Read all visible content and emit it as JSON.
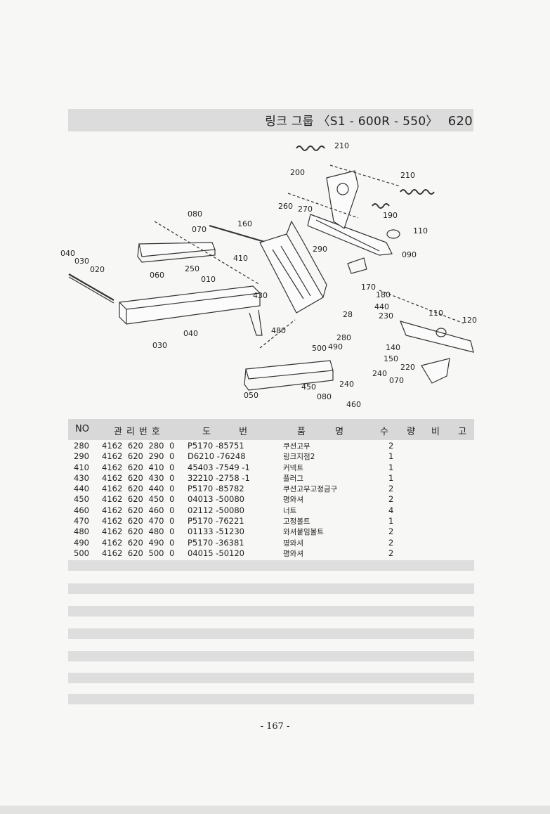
{
  "header": {
    "title": "링크 그룹 〈S1 - 600R - 550〉",
    "group_number": "620"
  },
  "diagram": {
    "callouts": [
      "210",
      "200",
      "210",
      "260",
      "270",
      "190",
      "110",
      "080",
      "160",
      "070",
      "090",
      "290",
      "040",
      "030",
      "020",
      "060",
      "250",
      "410",
      "010",
      "430",
      "170",
      "180",
      "440",
      "110",
      "120",
      "28",
      "230",
      "480",
      "280",
      "140",
      "500",
      "490",
      "150",
      "030",
      "040",
      "220",
      "240",
      "070",
      "450",
      "240",
      "050",
      "080",
      "460"
    ]
  },
  "table": {
    "headers": {
      "no": "NO",
      "mgmt": "관리번호",
      "drawing": "도 번",
      "name": "품 명",
      "qty": "수 량",
      "remark": "비 고"
    },
    "rows": [
      {
        "no": "280",
        "mgmt": "4162 620 280 0",
        "drawing": "P5170 -85751",
        "name": "쿠션고무",
        "qty": "2"
      },
      {
        "no": "290",
        "mgmt": "4162 620 290 0",
        "drawing": "D6210 -76248",
        "name": "링크지점2",
        "qty": "1"
      },
      {
        "no": "410",
        "mgmt": "4162 620 410 0",
        "drawing": "45403 -7549 -1",
        "name": "커넥트",
        "qty": "1"
      },
      {
        "no": "430",
        "mgmt": "4162 620 430 0",
        "drawing": "32210 -2758 -1",
        "name": "플러그",
        "qty": "1"
      },
      {
        "no": "440",
        "mgmt": "4162 620 440 0",
        "drawing": "P5170 -85782",
        "name": "쿠션고무고정금구",
        "qty": "2"
      },
      {
        "no": "450",
        "mgmt": "4162 620 450 0",
        "drawing": "04013 -50080",
        "name": "평와셔",
        "qty": "2"
      },
      {
        "no": "460",
        "mgmt": "4162 620 460 0",
        "drawing": "02112 -50080",
        "name": "너트",
        "qty": "4"
      },
      {
        "no": "470",
        "mgmt": "4162 620 470 0",
        "drawing": "P5170 -76221",
        "name": "고정볼트",
        "qty": "1"
      },
      {
        "no": "480",
        "mgmt": "4162 620 480 0",
        "drawing": "01133 -51230",
        "name": "와셔붙임볼트",
        "qty": "2"
      },
      {
        "no": "490",
        "mgmt": "4162 620 490 0",
        "drawing": "P5170 -36381",
        "name": "평와셔",
        "qty": "2"
      },
      {
        "no": "500",
        "mgmt": "4162 620 500 0",
        "drawing": "04015 -50120",
        "name": "평와셔",
        "qty": "2"
      }
    ]
  },
  "page_number": "- 167 -"
}
